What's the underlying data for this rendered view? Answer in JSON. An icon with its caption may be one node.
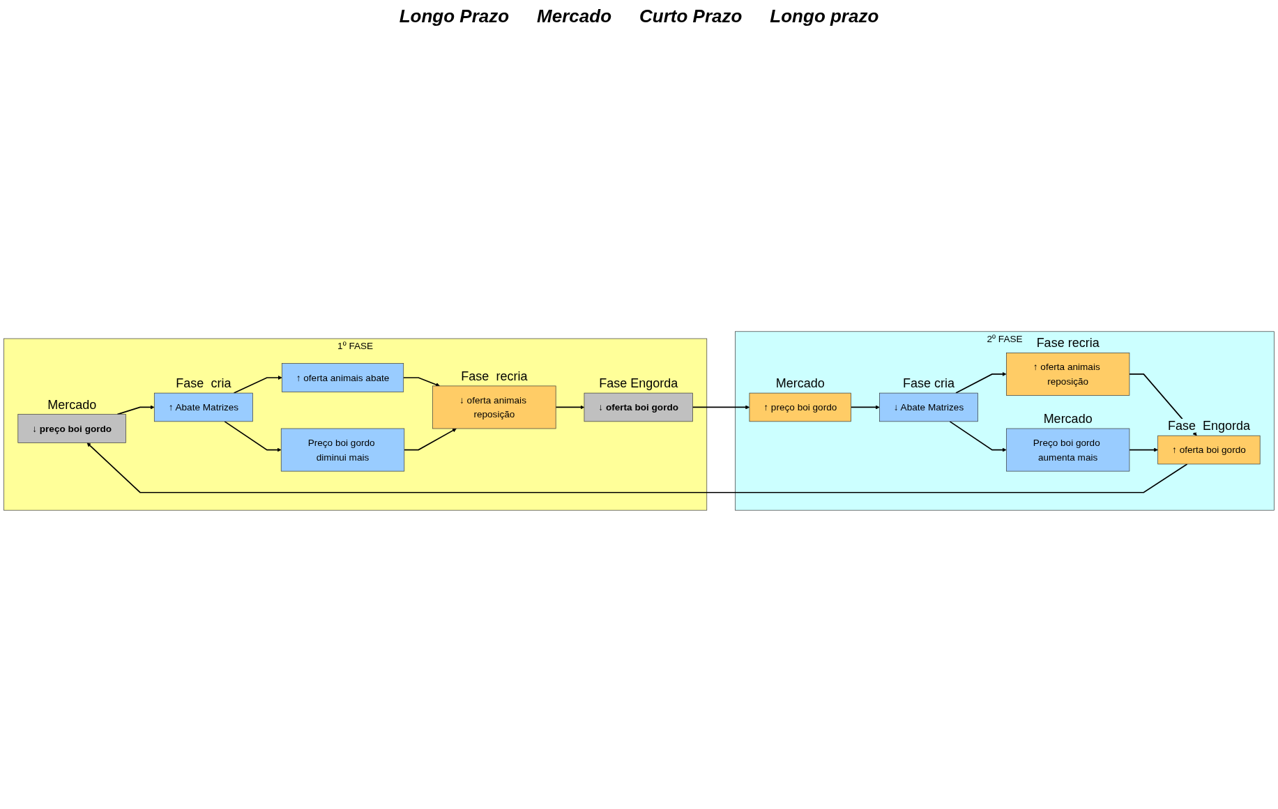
{
  "diagram": {
    "nodes": [
      {
        "text": [
          "1º FASE"
        ]
      },
      {
        "text": [
          "↓ preço boi gordo"
        ],
        "in": 0,
        "beside": [
          "Mercado"
        ]
      },
      {
        "text": [
          "↑ Abate Matrizes"
        ],
        "in": 0,
        "beside": [
          "Fase",
          "cria"
        ]
      },
      {
        "text": [
          "↑ oferta animais abate"
        ],
        "in": 0
      },
      {
        "text": [
          "Preço boi gordo diminui mais"
        ],
        "in": 0
      },
      {
        "text": [
          "↓ oferta animais reposição"
        ],
        "in": 0,
        "beside": [
          "Fase",
          "recria"
        ]
      },
      {
        "text": [
          "↓ oferta boi gordo"
        ],
        "in": 0,
        "beside": [
          "Fase Engorda"
        ]
      },
      {
        "text": [
          "2º FASE"
        ]
      },
      {
        "text": [
          "↑ oferta animais reposição"
        ],
        "in": 7,
        "beside": [
          "Fase recria"
        ]
      },
      {
        "text": [
          "↓ Abate Matrizes"
        ],
        "in": 7,
        "beside": [
          "Fase cria"
        ]
      },
      {
        "text": [
          "↑ preço boi gordo"
        ],
        "in": 7,
        "beside": [
          "Mercado"
        ]
      },
      {
        "text": [
          "↑ oferta boi gordo"
        ],
        "in": 7,
        "beside": [
          "Fase",
          "Engorda"
        ]
      },
      {
        "text": [
          "Preço boi gordo aumenta mais"
        ],
        "in": 7,
        "beside": [
          "Mercado"
        ]
      }
    ],
    "edges": [
      {
        "from": 1,
        "to": 2,
        "arrow": "to"
      },
      {
        "from": 2,
        "to": 3,
        "arrow": "to"
      },
      {
        "from": 2,
        "to": 4,
        "arrow": "to"
      },
      {
        "from": 3,
        "to": 5,
        "arrow": "to"
      },
      {
        "from": 4,
        "to": 5,
        "arrow": "to"
      },
      {
        "from": 5,
        "to": 6,
        "arrow": "to"
      },
      {
        "from": 6,
        "to": 10,
        "arrow": "to"
      },
      {
        "from": 10,
        "to": 9,
        "arrow": "to"
      },
      {
        "from": 9,
        "to": 8,
        "arrow": "to"
      },
      {
        "from": 9,
        "to": 12,
        "arrow": "to"
      },
      {
        "from": 8,
        "to": 11,
        "arrow": "to"
      },
      {
        "from": 12,
        "to": 11,
        "arrow": "to"
      },
      {
        "from": 11,
        "to": 1,
        "arrow": "to"
      }
    ],
    "labels": [
      "Longo Prazo",
      "Mercado",
      "Curto Prazo",
      "Longo prazo"
    ]
  }
}
